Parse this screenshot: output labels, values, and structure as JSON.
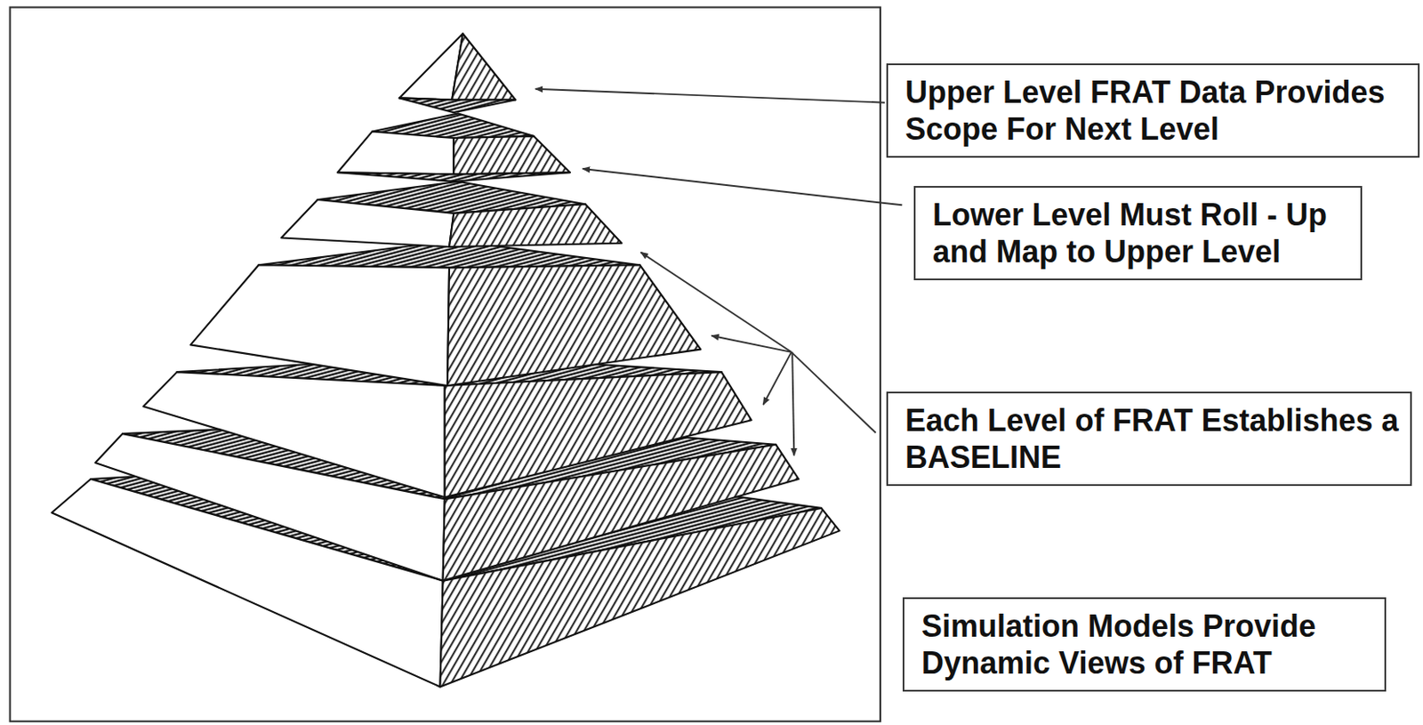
{
  "diagram": {
    "nodes": [
      {
        "text": [
          "Upper Level FRAT Data Provides Scope For Next Level"
        ]
      },
      {
        "text": [
          "Lower Level Must Roll - Up and Map to Upper Level"
        ]
      },
      {
        "text": [
          "Each Level of FRAT Establishes a BASELINE"
        ]
      },
      {
        "text": [
          "Simulation Models Provide Dynamic Views of FRAT"
        ]
      }
    ]
  }
}
